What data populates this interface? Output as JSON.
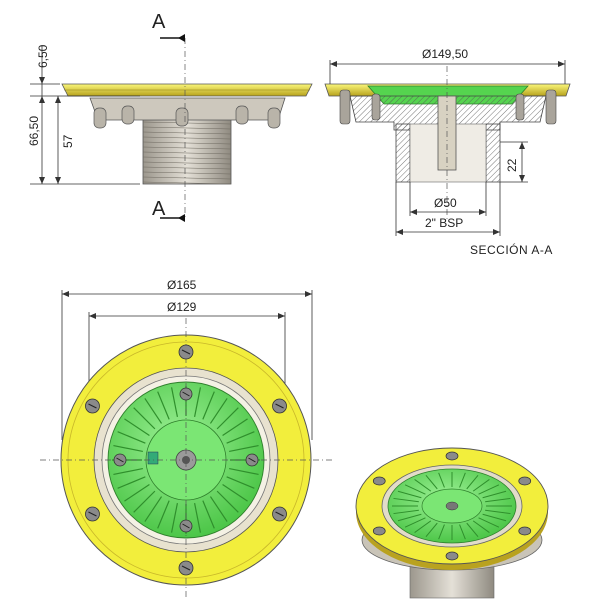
{
  "section_markers": {
    "left": "A",
    "right": "A"
  },
  "side_view": {
    "dim_top_thickness": "6,50",
    "dim_total_height": "66,50",
    "dim_body_height": "57"
  },
  "section_view": {
    "dim_flange_diameter": "Ø149,50",
    "dim_thread_length": "22",
    "dim_bore_diameter": "Ø50",
    "dim_thread_size": "2\" BSP",
    "caption": "SECCIÓN A-A"
  },
  "plan_view": {
    "dim_outer_diameter": "Ø165",
    "dim_inner_diameter": "Ø129"
  },
  "colors": {
    "flange_yellow": "#f2ee3c",
    "flange_dark": "#c9b42a",
    "grate_green": "#6fe36a",
    "grate_dark": "#2f8f2c",
    "body_gray": "#bdb8ae",
    "screw_gray": "#8a8a8a"
  }
}
